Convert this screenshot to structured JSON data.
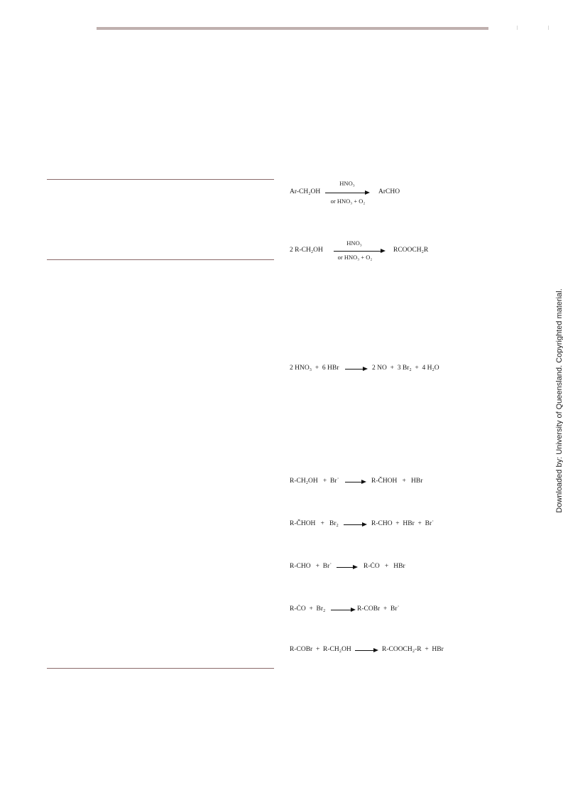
{
  "side_note": "Downloaded by: University of Queensland. Copyrighted material.",
  "equations": {
    "eq1": {
      "reactant": "Ar-CH₂OH",
      "above": "HNO₃",
      "below": "or HNO₃ + O₂",
      "product": "ArCHO"
    },
    "eq2": {
      "reactant": "2 R-CH₂OH",
      "above": "HNO₃",
      "below": "or HNO₃ + O₂",
      "product": "RCOOCH₂R"
    },
    "eq3": {
      "left": "2 HNO₃  +  6 HBr",
      "right": "2 NO  +  3 Br₂  +  4 H₂O"
    },
    "eq4": {
      "left": "R-CH₂OH   +  Br˙",
      "right": "R-ČHOH   +   HBr"
    },
    "eq5": {
      "left": "R-ČHOH   +   Br₂",
      "right": "R-CHO  +  HBr  +  Br˙"
    },
    "eq6": {
      "left": "R-CHO   +  Br˙",
      "right": "R-ĊO   +   HBr"
    },
    "eq7": {
      "left": "R-ĊO  +  Br₂",
      "right": "R-COBr  +  Br˙"
    },
    "eq8": {
      "left": "R-COBr  +  R-CH₂OH",
      "right": "R-COOCH₂-R  +  HBr"
    }
  }
}
